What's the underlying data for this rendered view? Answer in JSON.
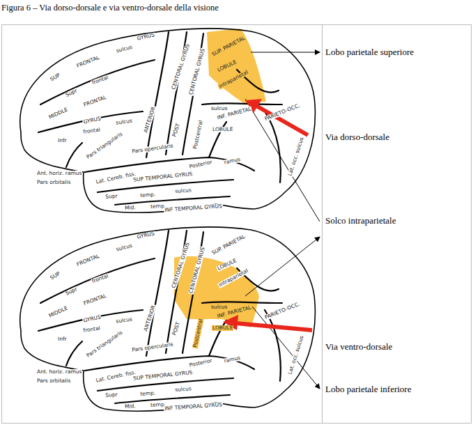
{
  "diagram": {
    "title": "Figura 6 – Via dorso-dorsale e via ventro-dorsale della visione",
    "labels": [
      "Lobo parietale superiore",
      "Via dorso-dorsale",
      "Solco intraparietale",
      "Via ventro-dorsale",
      "Lobo parietale inferiore",
      "GYRUS",
      "SUP",
      "FRONTAL",
      "sulcus",
      "Supr",
      "frontal",
      "MIDDLE",
      "FRONTAL",
      "GYRUS",
      "Infr",
      "frontal",
      "sulcus",
      "ANTERIOR",
      "CENTORAL GYRUS",
      "POST",
      "CENTORAL GYRUS",
      "SUP. PARIETAL",
      "LOBULE",
      "intraparietal",
      "sulcus",
      "INF. PARIETAL",
      "LOBULE",
      "Postcentral",
      "Pars opercularis",
      "Pars triangularis",
      "Ant. horiz. ramus",
      "Pars orbitalis",
      "Lat. Cereb. fiss.",
      "Posterior",
      "ramus",
      "SUP TEMPORAL GYRUS",
      "Supr",
      "temp.",
      "sulcus",
      "Mid.",
      "temp",
      "INF TEMPORAL GYRUS",
      "PARIETO-OCC.",
      "Lat. occ. sulcus",
      "GYRUS",
      "SUP",
      "FRONTAL",
      "sulcus",
      "Supr",
      "frontal",
      "MIDDLE",
      "FRONTAL",
      "GYRUS",
      "Infr",
      "frontal",
      "sulcus",
      "ANTERIOR",
      "CENTORAL GYRUS",
      "POST",
      "CENTORAL GYRUS",
      "SUP. PARIETAL",
      "LOBULE",
      "intraparietal",
      "sulcus",
      "INF. PARIETAL",
      "LOBULE",
      "Postcentral",
      "Pars opercularis",
      "Pars triangularis",
      "Ant. horiz. ramus",
      "Pars orbitalis",
      "Lat. Cereb. fiss.",
      "Posterior",
      "ramus",
      "SUP TEMPORAL GYRUS",
      "Supr",
      "temp.",
      "sulcus",
      "Mid.",
      "temp",
      "INF TEMPORAL GYRUS",
      "PARIETO-OCC.",
      "Lat. occ. sulcus"
    ]
  }
}
